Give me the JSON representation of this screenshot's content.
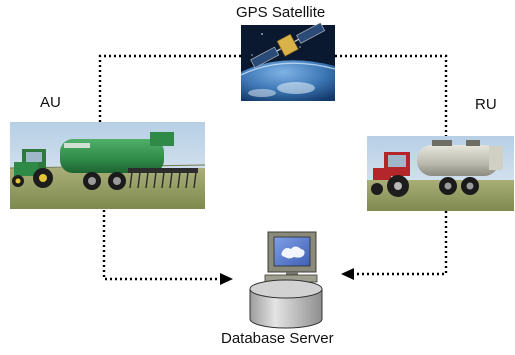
{
  "nodes": {
    "satellite": {
      "label": "GPS Satellite",
      "icon": "satellite-image"
    },
    "au": {
      "label": "AU",
      "icon": "tractor-tanker-injector-image"
    },
    "ru": {
      "label": "RU",
      "icon": "tractor-slurry-tanker-image"
    },
    "server": {
      "label": "Database Server",
      "icon": "database-server-icon"
    }
  },
  "connectors": {
    "style": "dotted",
    "arrowheads": "into-database-server"
  },
  "colors": {
    "line": "#000000",
    "sky": "#c9dced",
    "field": "#8f9c5e",
    "tank_green": "#2f8a47",
    "tractor_red": "#b3262a",
    "space": "#0b1930",
    "earth": "#3d77b5",
    "server_body": "#c0c0c0",
    "monitor_frame": "#8a8a7a",
    "monitor_screen": "#5a7ed0"
  }
}
